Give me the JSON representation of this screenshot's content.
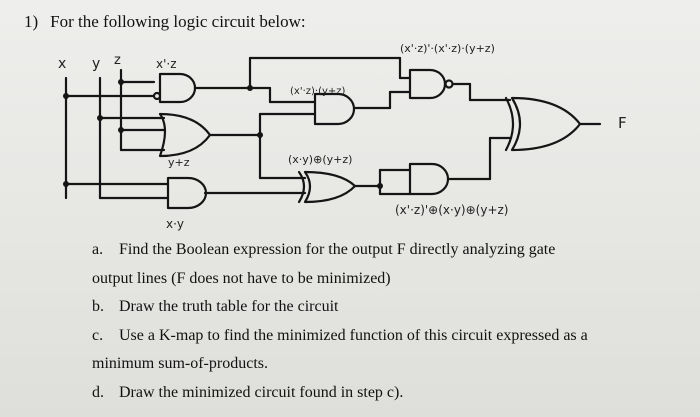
{
  "question": {
    "number": "1)",
    "title": "For the following logic circuit below:"
  },
  "circuit": {
    "inputs": [
      "x",
      "y",
      "z"
    ],
    "output": "F",
    "annotations": {
      "and1": "x'·z",
      "and3_top": "(x'·z)'·(x'·z)·(y+z)",
      "and2": "(x'·z)·(y+z)",
      "or1": "y+z",
      "xor1": "(x·y)⊕(y+z)",
      "and4": "(x'·z)'⊕(x·y)⊕(y+z)",
      "and_xy": "x·y"
    }
  },
  "tasks": [
    {
      "letter": "a.",
      "lines": [
        "Find the Boolean expression for the output F directly analyzing gate",
        "output lines (F does not have to be minimized)"
      ]
    },
    {
      "letter": "b.",
      "lines": [
        "Draw the truth table for the circuit"
      ]
    },
    {
      "letter": "c.",
      "lines": [
        "Use a K-map to find the minimized function of this circuit expressed as a",
        "minimum sum-of-products."
      ]
    },
    {
      "letter": "d.",
      "lines": [
        "Draw the minimized circuit found in step c)."
      ]
    }
  ]
}
